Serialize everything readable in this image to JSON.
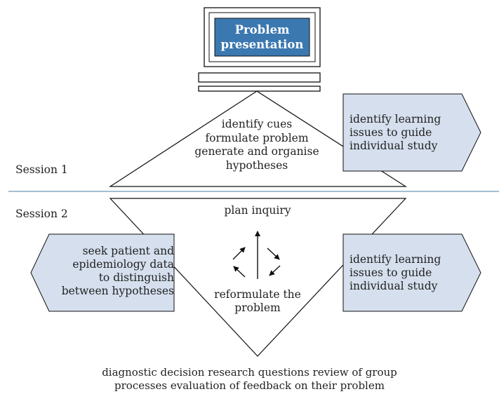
{
  "monitor": {
    "label_line1": "Problem",
    "label_line2": "presentation"
  },
  "session1": {
    "label": "Session 1",
    "triangle_lines": [
      "identify cues",
      "formulate problem",
      "generate and organise",
      "hypotheses"
    ],
    "right_box": [
      "identify learning",
      "issues to guide",
      "individual study"
    ]
  },
  "session2": {
    "label": "Session 2",
    "top_label": "plan inquiry",
    "bottom_label": [
      "reformulate the",
      "problem"
    ],
    "left_box": [
      "seek patient and",
      "epidemiology data",
      "to distinguish",
      "between hypotheses"
    ],
    "right_box": [
      "identify learning",
      "issues to guide",
      "individual study"
    ]
  },
  "footer": {
    "line1": "diagnostic decision research questions review of group",
    "line2": "processes evaluation of feedback on their problem"
  },
  "colors": {
    "screen": "#3c78b0",
    "box_fill": "#d5dfee",
    "divider": "#4a7fa0"
  }
}
